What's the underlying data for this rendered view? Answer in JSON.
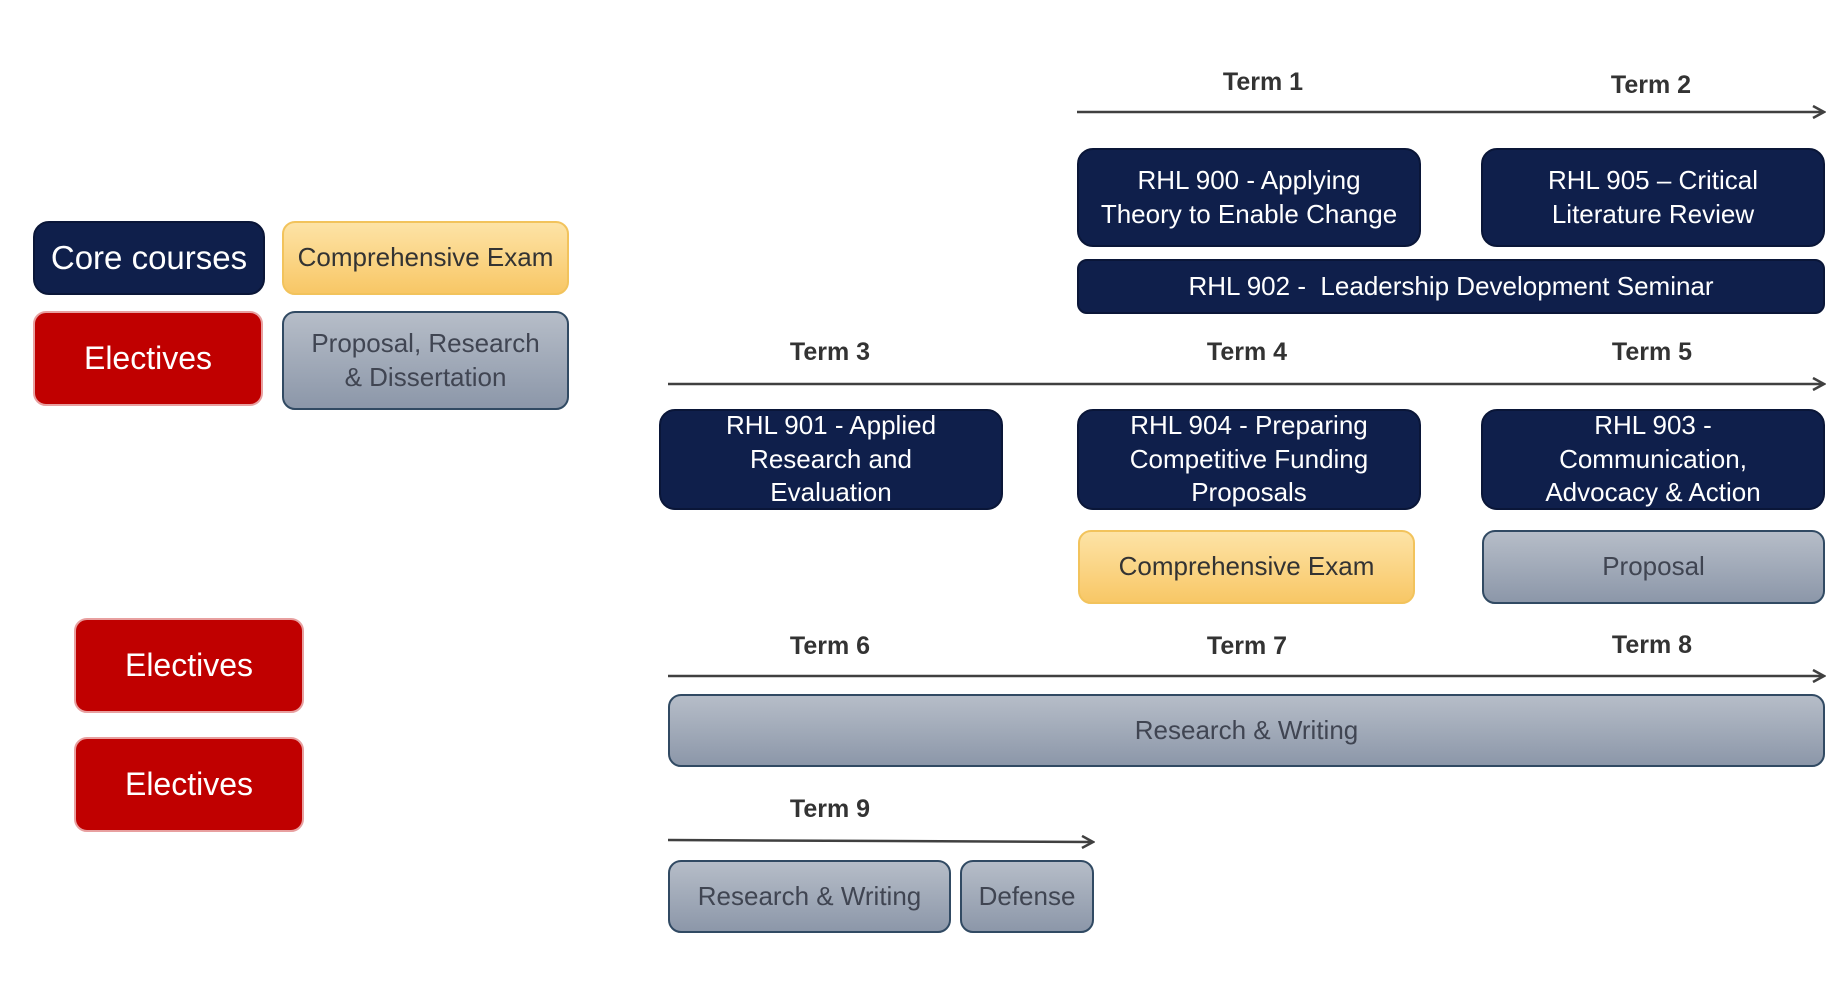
{
  "legend": {
    "core": "Core courses",
    "exam": "Comprehensive Exam",
    "electives": "Electives",
    "research": "Proposal, Research & Dissertation"
  },
  "side_electives": [
    "Electives",
    "Electives"
  ],
  "terms": {
    "t1": "Term 1",
    "t2": "Term 2",
    "t3": "Term 3",
    "t4": "Term 4",
    "t5": "Term 5",
    "t6": "Term 6",
    "t7": "Term 7",
    "t8": "Term 8",
    "t9": "Term 9"
  },
  "courses": {
    "rhl900": "RHL 900 - Applying Theory to Enable Change",
    "rhl905": "RHL 905 – Critical Literature Review",
    "rhl902": "RHL 902 -  Leadership Development Seminar",
    "rhl901": "RHL 901 - Applied Research and Evaluation",
    "rhl904": "RHL 904 - Preparing Competitive Funding Proposals",
    "rhl903": "RHL 903 - Communication, Advocacy & Action"
  },
  "milestones": {
    "comp_exam": "Comprehensive Exam",
    "proposal": "Proposal",
    "research_writing_long": "Research & Writing",
    "research_writing_short": "Research & Writing",
    "defense": "Defense"
  },
  "colors": {
    "core": "#0f1f4b",
    "electives": "#c00000",
    "exam": "#f8c766",
    "research": "#8c97a9",
    "arrow": "#404040"
  }
}
